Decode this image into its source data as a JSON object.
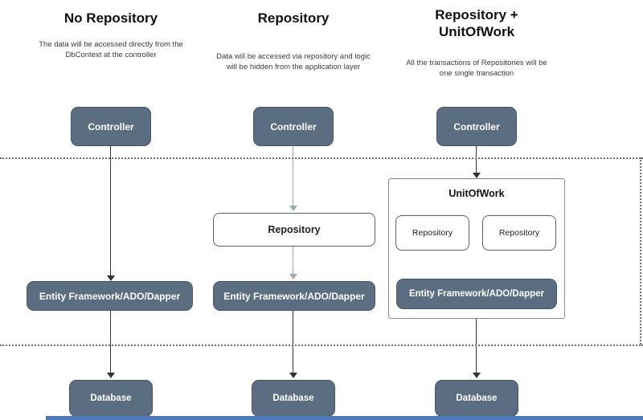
{
  "colors": {
    "box_fill": "#5b6d80",
    "box_border": "#46566a",
    "box_text": "#ffffff",
    "white_box_border": "#5f5f5f",
    "container_border": "#8a8a8a",
    "dark_arrow": "#333333",
    "light_arrow": "#9dab9f",
    "dotted_line": "#707070",
    "bottom_bar": "#4a78b8"
  },
  "columns": [
    {
      "title": "No Repository",
      "description": "The data will be accessed directly from the DbContext at the controller",
      "controller": "Controller",
      "ef": "Entity Framework/ADO/Dapper",
      "database": "Database"
    },
    {
      "title": "Repository",
      "description": "Data will be accessed via repository and logic will be hidden from the application layer",
      "controller": "Controller",
      "repository": "Repository",
      "ef": "Entity Framework/ADO/Dapper",
      "database": "Database"
    },
    {
      "title": "Repository + UnitOfWork",
      "description": "All the transactions of Repositories will be one single transaction",
      "controller": "Controller",
      "unitofwork": "UnitOfWork",
      "repositories": [
        "Repository",
        "Repository"
      ],
      "ef": "Entity Framework/ADO/Dapper",
      "database": "Database"
    }
  ]
}
